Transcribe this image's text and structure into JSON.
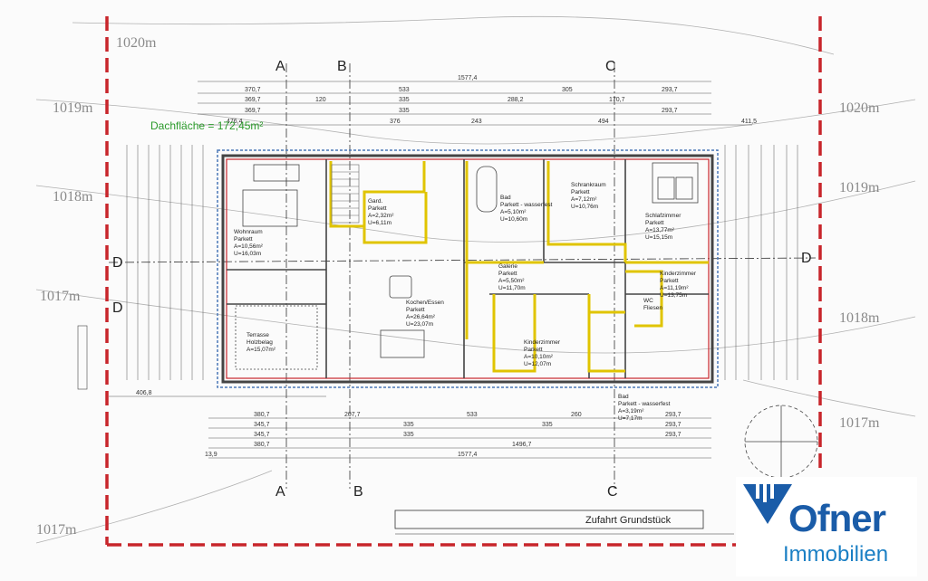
{
  "contours": {
    "c1020_tl": "1020m",
    "c1019_l": "1019m",
    "c1018_l": "1018m",
    "c1017_l": "1017m",
    "c1017_bl": "1017m",
    "c1020_r": "1020m",
    "c1019_r": "1019m",
    "c1018_r": "1018m",
    "c1017_r": "1017m"
  },
  "sections": {
    "a": "A",
    "b": "B",
    "c": "C",
    "d": "D"
  },
  "roof_area": "Dachfläche = 172,45m²",
  "dimensions": {
    "top_total": "1577,4",
    "top_a": "370,7",
    "top_b": "533",
    "top_c": "305",
    "top_d": "293,7",
    "top_e": "369,7",
    "top_f": "120",
    "top_g": "335",
    "top_h": "288,2",
    "top_i": "170,7",
    "top_j": "476,4",
    "top_k": "376",
    "top_l": "243",
    "top_m": "494",
    "right_a": "411,5",
    "bottom_a": "380,7",
    "bottom_b": "207,7",
    "bottom_c": "533",
    "bottom_d": "260",
    "bottom_e": "293,7",
    "bottom_f": "345,7",
    "bottom_g": "335",
    "bottom_h": "1496,7",
    "bottom_total": "1577,4",
    "bottom_i": "13,9",
    "left_a": "406,8"
  },
  "rooms": {
    "wohnraum": "Wohnraum",
    "wohnraum_floor": "Parkett",
    "wohnraum_area": "A=10,56m²",
    "wohnraum_u": "U=16,03m",
    "gard": "Gard.",
    "gard_floor": "Parkett",
    "gard_area": "A=2,32m²",
    "gard_u": "U=6,11m",
    "bad": "Bad",
    "bad_floor": "Parkett - wasserfest",
    "bad_area": "A=5,10m²",
    "bad_u": "U=10,60m",
    "schrank": "Schrankraum",
    "schrank_floor": "Parkett",
    "schrank_area": "A=7,12m²",
    "schrank_u": "U=10,76m",
    "schlaf": "Schlafzimmer",
    "schlaf_floor": "Parkett",
    "schlaf_area": "A=13,77m²",
    "schlaf_u": "U=15,15m",
    "galerie": "Galerie",
    "galerie_floor": "Parkett",
    "galerie_area": "A=5,50m²",
    "galerie_u": "U=11,70m",
    "kochen": "Kochen/Essen",
    "kochen_floor": "Parkett",
    "kochen_area": "A=26,64m²",
    "kochen_u": "U=23,07m",
    "kinder1": "Kinderzimmer",
    "kinder1_floor": "Parkett",
    "kinder1_area": "A=11,19m²",
    "kinder1_u": "U=13,75m",
    "kinder2": "Kinderzimmer",
    "kinder2_floor": "Parkett",
    "kinder2_area": "A=10,10m²",
    "kinder2_u": "U=12,07m",
    "wc": "WC",
    "wc_floor": "Fliesen",
    "terrasse": "Terrasse",
    "terrasse_floor": "Holzbelag",
    "terrasse_area": "A=15,07m²",
    "bad2": "Bad",
    "bad2_floor": "Parkett - wasserfest",
    "bad2_area": "A=3,19m²",
    "bad2_u": "U=7,17m"
  },
  "site": {
    "zufahrt": "Zufahrt Grundstück"
  },
  "brand": {
    "name": "Ofner",
    "sub": "Immobilien"
  }
}
